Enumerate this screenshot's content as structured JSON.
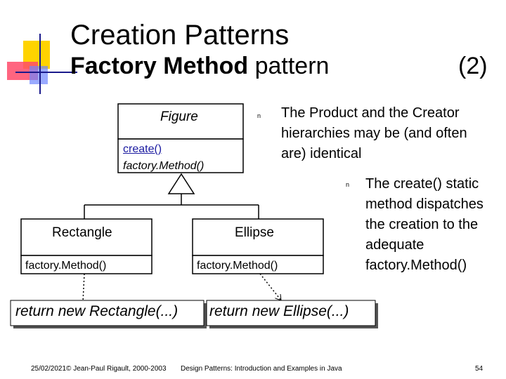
{
  "title": {
    "line1": "Creation Patterns",
    "line2_bold": "Factory Method",
    "line2_rest": " pattern",
    "number": "(2)"
  },
  "bullets": [
    {
      "marker": "n",
      "text": "The Product and the Creator hierarchies may be (and often are) identical"
    },
    {
      "marker": "n",
      "text": "The create() static method dispatches the creation to the adequate factory.Method()"
    }
  ],
  "diagram": {
    "figure": {
      "name": "Figure",
      "methods": [
        "create()",
        "factory.Method()"
      ]
    },
    "rectangle": {
      "name": "Rectangle",
      "method": "factory.Method()"
    },
    "ellipse": {
      "name": "Ellipse",
      "method": "factory.Method()"
    },
    "notes": [
      "return new Rectangle(...)",
      "return new Ellipse(...)"
    ]
  },
  "footer": {
    "left": "25/02/2021© Jean-Paul Rigault, 2000-2003",
    "center": "Design Patterns: Introduction and Examples in Java",
    "page": "54"
  },
  "colors": {
    "logo_yellow": "#ffd300",
    "logo_red": "#ff4a6a",
    "logo_blue": "#6f86ff",
    "link": "#1a1aa0",
    "note_shadow": "#555555"
  }
}
